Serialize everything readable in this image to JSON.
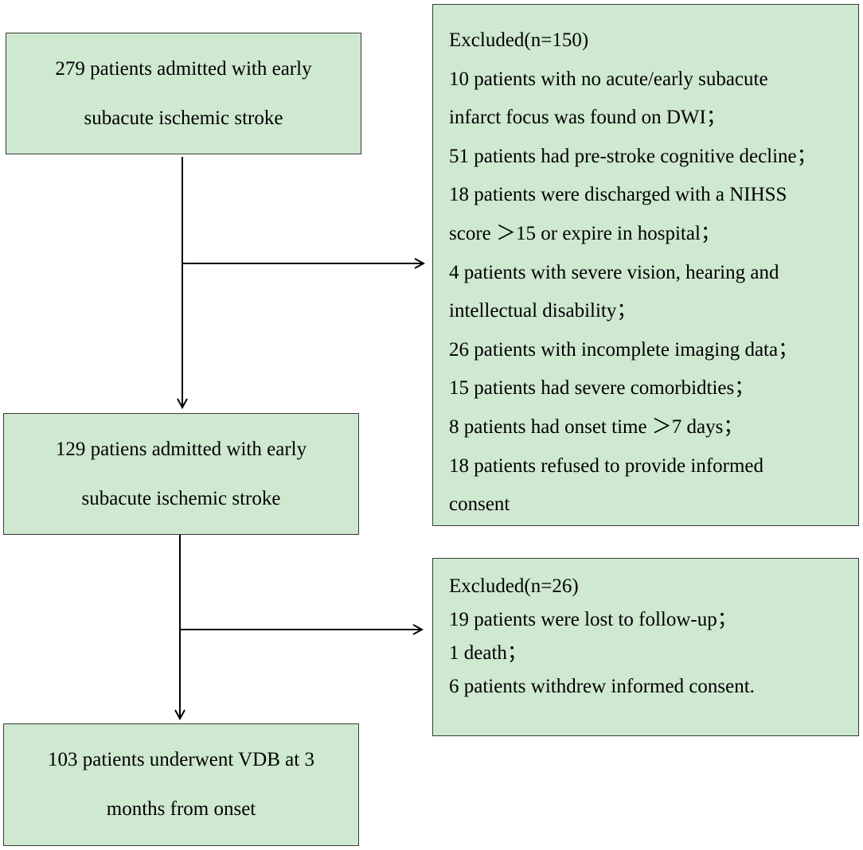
{
  "flow": {
    "box1": {
      "lines": [
        "279 patients admitted with early",
        "subacute ischemic stroke"
      ]
    },
    "box2": {
      "lines": [
        "129 patiens admitted with early",
        "subacute ischemic stroke"
      ]
    },
    "box3": {
      "lines": [
        "103 patients underwent VDB at 3",
        "months from onset"
      ]
    },
    "exclusion1": {
      "title": "Excluded(n=150)",
      "lines": [
        "10 patients with no acute/early subacute",
        "infarct focus was found on DWI；",
        "51 patients had pre-stroke cognitive decline；",
        "18 patients were discharged with a NIHSS",
        "score ＞15 or expire in hospital；",
        "4 patients with severe vision, hearing and",
        "intellectual disability；",
        "26 patients with incomplete imaging data；",
        "15 patients had severe comorbidties；",
        "8 patients had onset time ＞7 days；",
        "18 patients refused to provide informed",
        "consent"
      ]
    },
    "exclusion2": {
      "title": "Excluded(n=26)",
      "lines": [
        "19 patients were lost to follow-up；",
        "1 death；",
        "6 patients withdrew informed consent."
      ]
    }
  },
  "colors": {
    "box_fill": "#cfe8d0",
    "box_border": "#3a3a3a",
    "arrow": "#000000"
  }
}
